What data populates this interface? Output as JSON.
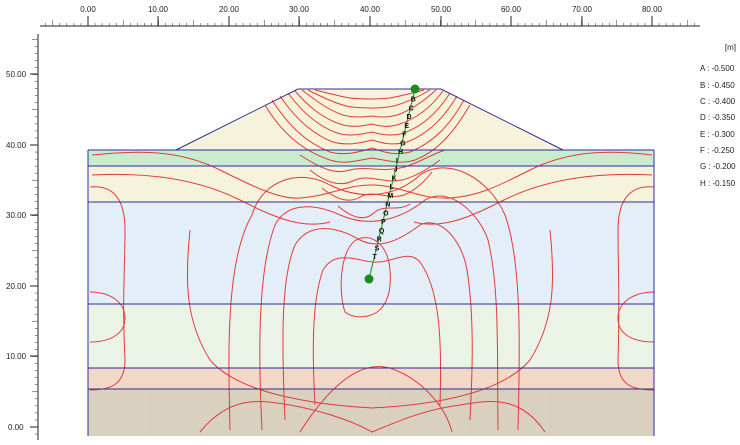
{
  "x_axis": {
    "ticks": [
      {
        "value": 0,
        "label": "0.00"
      },
      {
        "value": 10,
        "label": "10.00"
      },
      {
        "value": 20,
        "label": "20.00"
      },
      {
        "value": 30,
        "label": "30.00"
      },
      {
        "value": 40,
        "label": "40.00"
      },
      {
        "value": 50,
        "label": "50.00"
      },
      {
        "value": 60,
        "label": "60.00"
      },
      {
        "value": 70,
        "label": "70.00"
      },
      {
        "value": 80,
        "label": "80.00"
      }
    ]
  },
  "y_axis": {
    "ticks": [
      {
        "value": 0,
        "label": "0.00"
      },
      {
        "value": 10,
        "label": "10.00"
      },
      {
        "value": 20,
        "label": "20.00"
      },
      {
        "value": 30,
        "label": "30.00"
      },
      {
        "value": 40,
        "label": "40.00"
      },
      {
        "value": 50,
        "label": "50.00"
      }
    ]
  },
  "legend": {
    "unit": "[m]",
    "items": [
      {
        "label": "A : -0.500"
      },
      {
        "label": "B : -0.450"
      },
      {
        "label": "C : -0.400"
      },
      {
        "label": "D : -0.350"
      },
      {
        "label": "E : -0.300"
      },
      {
        "label": "F : -0.250"
      },
      {
        "label": "G : -0.200"
      },
      {
        "label": "H : -0.150"
      }
    ]
  },
  "section_line": {
    "markers": [
      "B",
      "C",
      "D",
      "E",
      "F",
      "G",
      "H",
      "I",
      "J",
      "K",
      "L",
      "M",
      "N",
      "O",
      "P",
      "Q",
      "R",
      "S",
      "T"
    ]
  },
  "colors": {
    "layer_band_1": "#d9d0bf",
    "layer_band_2": "#f2d8c6",
    "layer_band_3": "#eaf3e6",
    "layer_band_4": "#e3eef8",
    "layer_band_5": "#f6f3dc",
    "layer_band_6": "#c9ecd0",
    "embankment": "#f7f3da",
    "layer_boundary": "#2d2d9a",
    "contour": "#e23b3b",
    "section_line": "#3a9a3a",
    "section_point": "#1f8a1f"
  }
}
